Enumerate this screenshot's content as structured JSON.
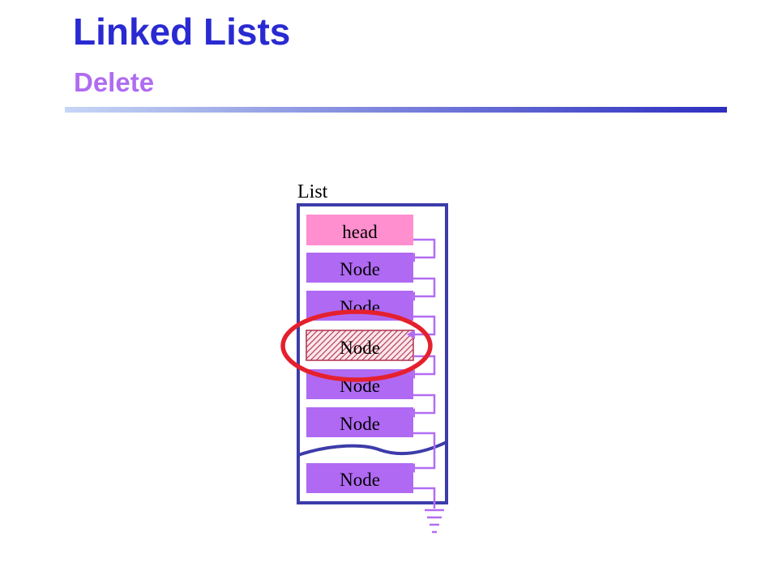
{
  "slide": {
    "title": "Linked Lists",
    "subtitle": "Delete"
  },
  "diagram": {
    "list_label": "List",
    "head_label": "head",
    "nodes": [
      "Node",
      "Node",
      "Node",
      "Node",
      "Node",
      "Node"
    ],
    "deleted_node_index": 2,
    "icons": {
      "highlight": "red-ellipse-highlight-icon",
      "terminator": "null-ground-icon",
      "break": "wavy-break-icon"
    },
    "colors": {
      "title": "#2a2ad2",
      "subtitle": "#b06cf0",
      "rule_start": "#c6d6f6",
      "rule_end": "#2e2ec0",
      "container": "#3c3caa",
      "head_fill": "#ff8fcf",
      "node_fill": "#b069f3",
      "hatch": "#b03050",
      "hatch_bg": "#fbe6ea",
      "arrow": "#b36cf4",
      "highlight": "#e5202e"
    }
  }
}
